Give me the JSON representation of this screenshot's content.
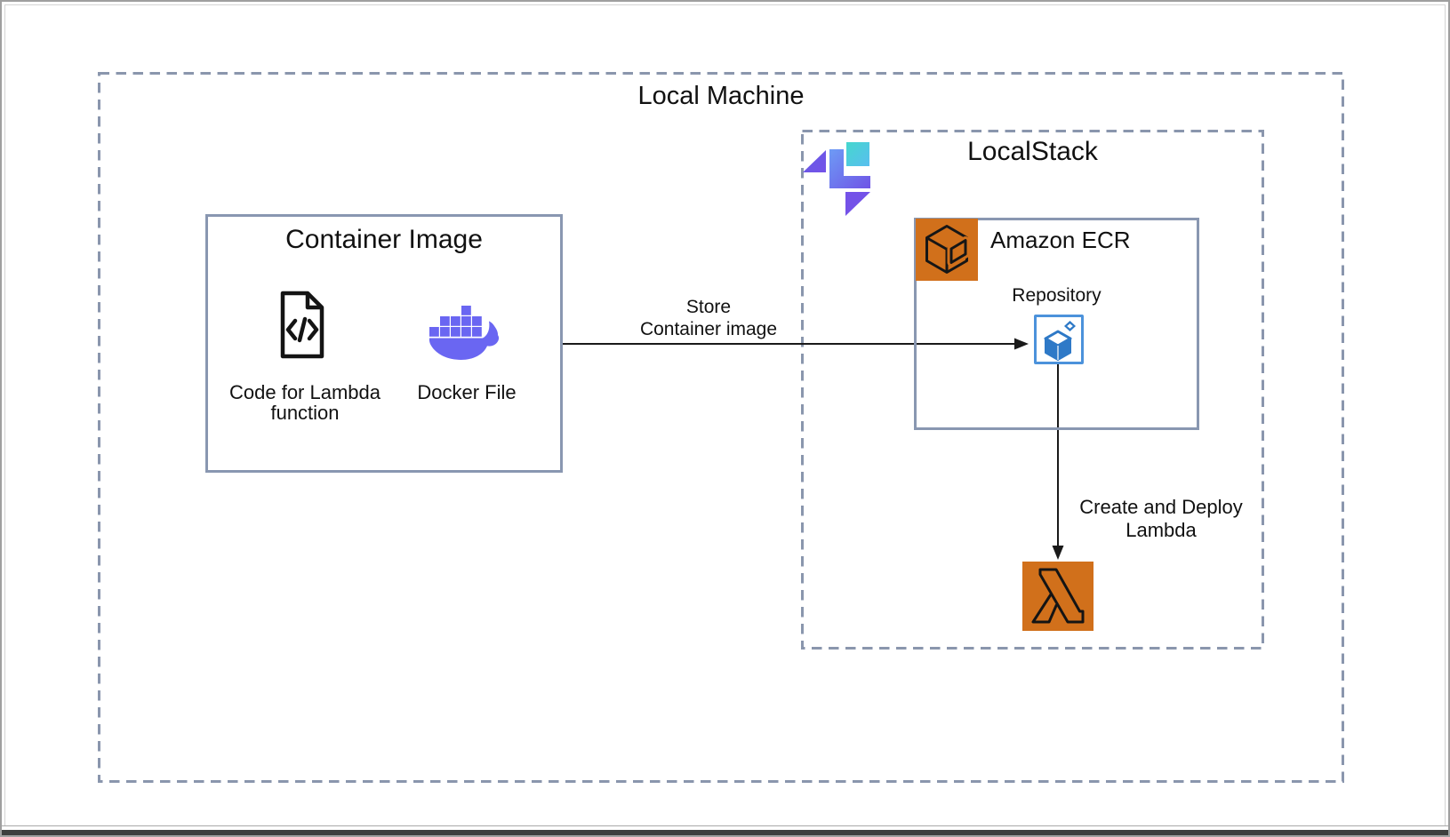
{
  "colors": {
    "box_border": "#8997B1",
    "dash_border": "#8A96AD",
    "text": "#111111",
    "arrow": "#1a1a1a",
    "docker_blue": "#6A66F2",
    "ecr_orange": "#D1701B",
    "lambda_orange": "#D1701B",
    "repo_blue": "#2E79C7",
    "repo_border": "#4C92DB",
    "localstack_cyan_1": "#45D7CE",
    "localstack_cyan_2": "#59BEEF",
    "localstack_blue_1": "#6E9BF5",
    "localstack_purple_1": "#6F54E6",
    "localstack_purple_2": "#7452E8",
    "localstack_purple_3": "#655CE6"
  },
  "local_machine": {
    "title": "Local Machine"
  },
  "container_image": {
    "title": "Container Image",
    "code_item": {
      "icon": "code-file-icon",
      "label": "Code for Lambda function"
    },
    "docker_item": {
      "icon": "docker-icon",
      "label": "Docker File"
    }
  },
  "localstack": {
    "title": "LocalStack",
    "logo": "localstack-logo",
    "ecr": {
      "title": "Amazon ECR",
      "icon": "amazon-ecr-icon",
      "repository_label": "Repository",
      "repository_icon": "ecr-repository-icon"
    },
    "lambda_icon": "aws-lambda-icon"
  },
  "arrows": {
    "store": {
      "label": "Store\nContainer image",
      "from": "container-image",
      "to": "repository"
    },
    "deploy": {
      "label": "Create and Deploy\nLambda",
      "from": "repository",
      "to": "lambda"
    }
  }
}
